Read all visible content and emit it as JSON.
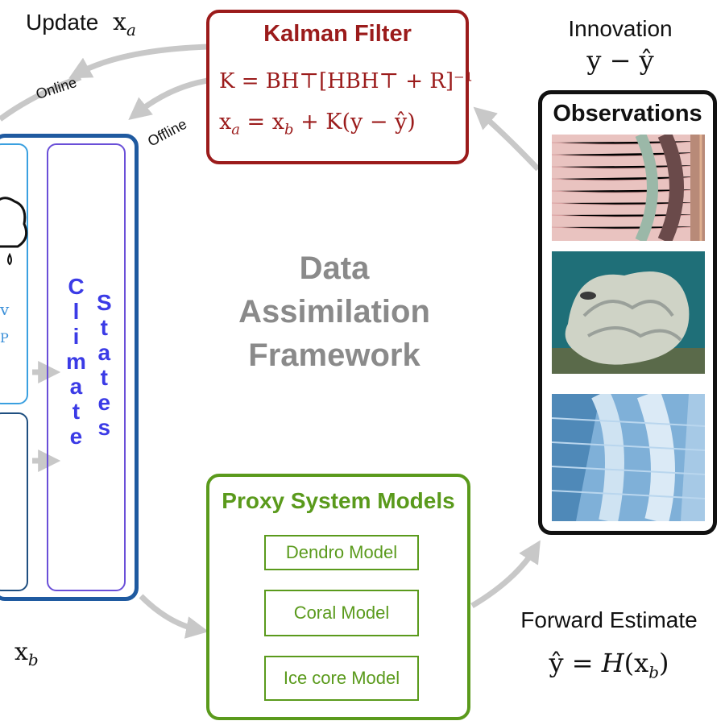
{
  "update": {
    "label": "Update",
    "var": "x",
    "sub": "a"
  },
  "xb": {
    "var": "x",
    "sub": "b"
  },
  "arrows": {
    "online": "Online",
    "offline": "Offline"
  },
  "kalman": {
    "title": "Kalman Filter",
    "eq1": "K = BH⊤[HBH⊤ + R]⁻¹",
    "eq2_left": "x",
    "eq2_sub": "a",
    "eq2_mid": " = x",
    "eq2_sub2": "b",
    "eq2_right": " + K(y − ŷ)"
  },
  "innovation": {
    "label": "Innovation",
    "expr": "y − ŷ"
  },
  "observations": {
    "title": "Observations",
    "photos": [
      "tree-ring-photo",
      "coral-photo",
      "ice-core-photo"
    ]
  },
  "center_title": [
    "Data",
    "Assimilation",
    "Framework"
  ],
  "climate": {
    "letters": [
      "C",
      "l",
      "i",
      "m",
      "a",
      "t",
      "e"
    ]
  },
  "states": {
    "letters": [
      "S",
      "t",
      "a",
      "t",
      "e",
      "s"
    ]
  },
  "model_labels": {
    "v": "v",
    "p": "P"
  },
  "psm": {
    "title": "Proxy System Models",
    "models": [
      "Dendro Model",
      "Coral Model",
      "Ice core Model"
    ]
  },
  "forward": {
    "label": "Forward Estimate",
    "expr_lhs": "ŷ = ",
    "expr_h": "H",
    "expr_rhs": "(x",
    "expr_sub": "b",
    "expr_close": ")"
  },
  "colors": {
    "kalman": "#9b1b1b",
    "psm": "#5a9a1c",
    "model": "#1f5aa0",
    "states": "#3b3be6",
    "arrow": "#c8c8c8"
  }
}
